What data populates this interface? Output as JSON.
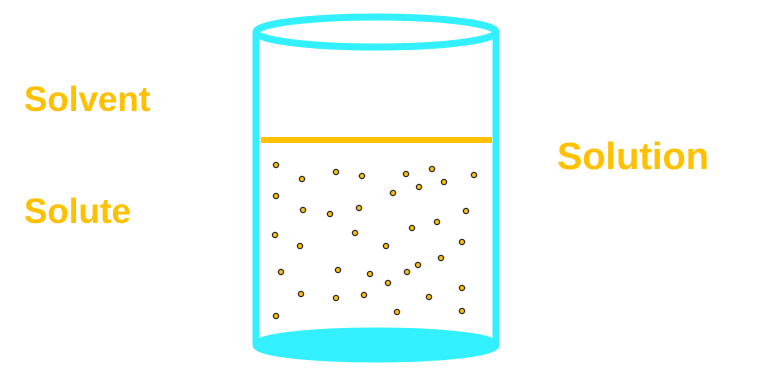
{
  "labels": {
    "solvent": "Solvent",
    "solute": "Solute",
    "solution": "Solution"
  },
  "colors": {
    "beaker_outline": "#33f0ff",
    "beaker_bottom_fill": "#33f0ff",
    "solvent_line": "#ffc000",
    "particle_fill": "#ffc000",
    "particle_outline": "#2a2a2a",
    "label_text": "#ffc000"
  },
  "icons": {
    "beaker": "beaker-icon",
    "particle": "solute-particle-icon"
  }
}
